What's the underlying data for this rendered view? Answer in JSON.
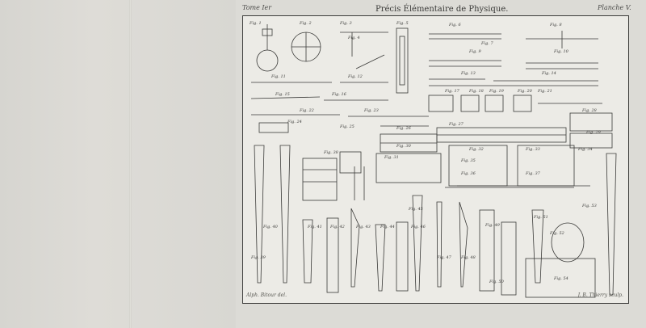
{
  "header": {
    "left": "Tome Ier",
    "title": "Précis Élémentaire de Physique.",
    "right": "Planche V."
  },
  "footer": {
    "left": "Alph. Bitour del.",
    "right": "J. B. Thierry sculp."
  },
  "figures": [
    "Fig. 1",
    "Fig. 2",
    "Fig. 3",
    "Fig. 4",
    "Fig. 5",
    "Fig. 6",
    "Fig. 7",
    "Fig. 8",
    "Fig. 9",
    "Fig. 10",
    "Fig. 11",
    "Fig. 12",
    "Fig. 13",
    "Fig. 14",
    "Fig. 15",
    "Fig. 16",
    "Fig. 17",
    "Fig. 18",
    "Fig. 19",
    "Fig. 20",
    "Fig. 21",
    "Fig. 22",
    "Fig. 23",
    "Fig. 24",
    "Fig. 25",
    "Fig. 26",
    "Fig. 27",
    "Fig. 28",
    "Fig. 29",
    "Fig. 30",
    "Fig. 31",
    "Fig. 32",
    "Fig. 33",
    "Fig. 34",
    "Fig. 35",
    "Fig. 36",
    "Fig. 37",
    "Fig. 38",
    "Fig. 39",
    "Fig. 40",
    "Fig. 41",
    "Fig. 42",
    "Fig. 43",
    "Fig. 44",
    "Fig. 45",
    "Fig. 46",
    "Fig. 47",
    "Fig. 48",
    "Fig. 49",
    "Fig. 50",
    "Fig. 51",
    "Fig. 52",
    "Fig. 53",
    "Fig. 54"
  ]
}
